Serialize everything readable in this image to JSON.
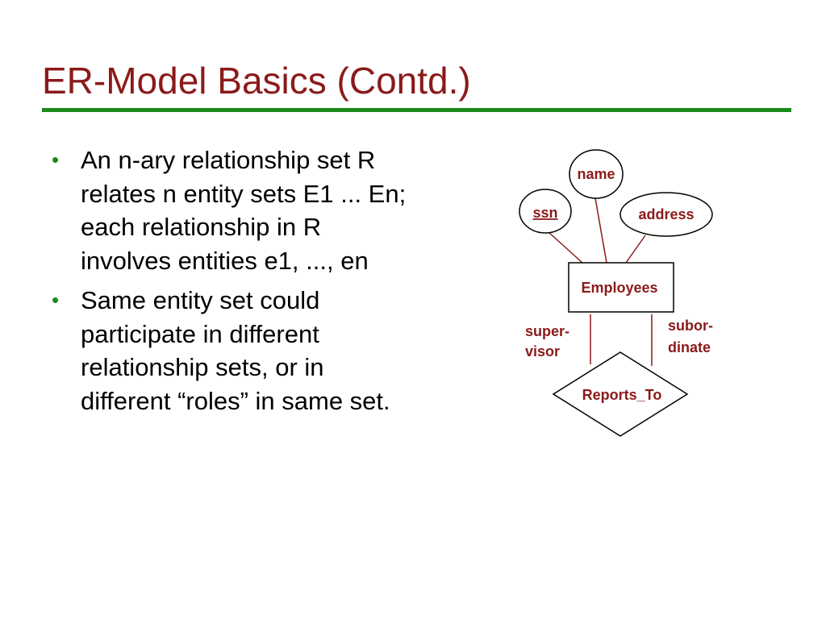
{
  "slide": {
    "title": "ER-Model Basics (Contd.)",
    "bullets": [
      "An n-ary relationship set R relates n entity sets E1 ... En; each relationship in R involves entities e1, ..., en",
      "Same entity set could participate in different relationship sets, or in different “roles” in same set."
    ]
  },
  "colors": {
    "title": "#8b1a1a",
    "rule": "#1a8a1a",
    "bullet_dot": "#1a8a1a",
    "diagram_text": "#8b1a1a"
  },
  "diagram": {
    "attributes": {
      "ssn": "ssn",
      "name": "name",
      "address": "address"
    },
    "entity": "Employees",
    "relationship": "Reports_To",
    "roles": {
      "supervisor_line1": "super-",
      "supervisor_line2": "visor",
      "subordinate_line1": "subor-",
      "subordinate_line2": "dinate"
    }
  }
}
